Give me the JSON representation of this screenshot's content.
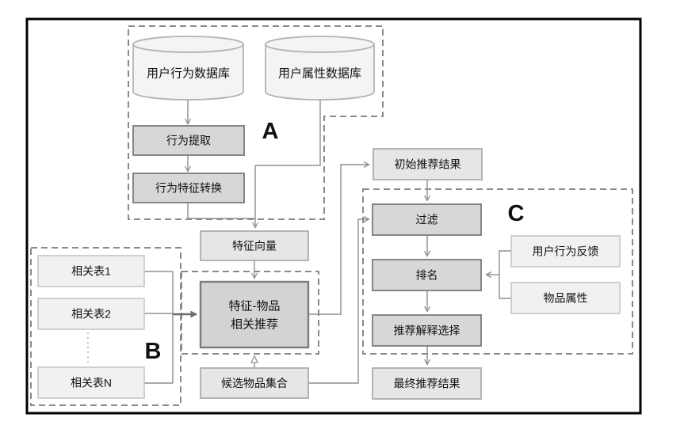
{
  "diagram": {
    "section_labels": {
      "a": "A",
      "b": "B",
      "c": "C"
    },
    "module_a": {
      "user_behavior_db": "用户行为数据库",
      "user_attribute_db": "用户属性数据库",
      "behavior_extraction": "行为提取",
      "behavior_feature_conversion": "行为特征转换"
    },
    "module_b": {
      "related_table_1": "相关表1",
      "related_table_2": "相关表2",
      "related_table_n": "相关表N"
    },
    "pipeline": {
      "feature_vector": "特征向量",
      "feature_item_rec_line1": "特征-物品",
      "feature_item_rec_line2": "相关推荐",
      "candidate_item_set": "候选物品集合",
      "initial_rec_result": "初始推荐结果",
      "final_rec_result": "最终推荐结果"
    },
    "module_c": {
      "filter": "过滤",
      "ranking": "排名",
      "user_behavior_feedback": "用户行为反馈",
      "item_attributes": "物品属性",
      "rec_explanation_selection": "推荐解释选择"
    },
    "colors": {
      "frame": "#000000",
      "dashed_outline": "#8a8a8a",
      "connector": "#8f8f8f",
      "process_fill": "#d7d7d7",
      "process_border": "#868686",
      "data_fill": "#e6e6e6",
      "data_border": "#adadad",
      "input_fill": "#f1f1f1",
      "input_border": "#c6c6c6",
      "cylinder_fill": "#f4f4f4",
      "cylinder_border": "#b3b3b3",
      "text": "#111111"
    }
  }
}
